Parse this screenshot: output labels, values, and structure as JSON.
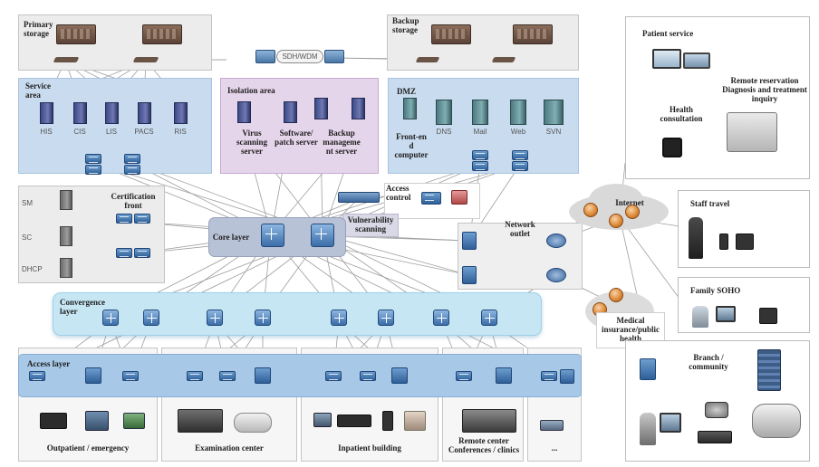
{
  "zones": {
    "primary_storage": "Primary storage",
    "backup_storage": "Backup storage",
    "sdh_wdm": "SDH/WDM",
    "service_area": "Service area",
    "isolation_area": "Isolation area",
    "dmz": "DMZ",
    "certification_front": "Certification front",
    "core_layer": "Core layer",
    "vulnerability_scanning": "Vulnerability scanning",
    "access_control": "Access control",
    "network_outlet": "Network outlet",
    "internet": "Internet",
    "convergence_layer": "Convergence layer",
    "access_layer": "Access layer",
    "medical_insurance": "Medical insurance/public health"
  },
  "service_servers": [
    "HIS",
    "CIS",
    "LIS",
    "PACS",
    "RIS"
  ],
  "isolation_servers": [
    "Virus scanning server",
    "Software/ patch server",
    "Backup manageme nt server"
  ],
  "dmz_servers": [
    "DNS",
    "Mail",
    "Web",
    "SVN"
  ],
  "dmz_front_end": "Front-en d computer",
  "cert_servers": [
    "SM",
    "SC",
    "DHCP"
  ],
  "access_areas": [
    "Outpatient / emergency",
    "Examination center",
    "Inpatient building",
    "Remote center Conferences / clinics",
    "..."
  ],
  "right_panel": {
    "patient_service": "Patient service",
    "health_consultation": "Health consultation",
    "remote_reservation": "Remote reservation Diagnosis and treatment inquiry",
    "staff_travel": "Staff travel",
    "family_soho": "Family SOHO",
    "branch_community": "Branch / community"
  },
  "colors": {
    "zone_gray": "#ececec",
    "zone_blue": "#c9dcef",
    "zone_purple": "#e5d5ea",
    "band_cyan": "#c7e6f4",
    "switch_blue": "#2f5f98",
    "router_orange": "#e08c3c",
    "link_gray": "#9a9a9a"
  },
  "icons": [
    "storage-array-icon",
    "server-icon",
    "switch-icon",
    "core-router-icon",
    "firewall-icon",
    "cloud-icon",
    "laptop-icon",
    "tablet-icon",
    "phone-icon",
    "camera-icon"
  ]
}
